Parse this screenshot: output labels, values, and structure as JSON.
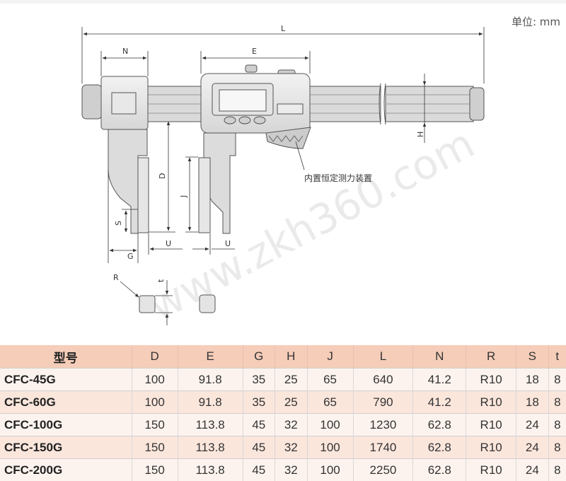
{
  "unit_label": "单位: mm",
  "watermark": "www.zkh360.com",
  "drawing": {
    "labels": {
      "L": "L",
      "N": "N",
      "E": "E",
      "D": "D",
      "J": "J",
      "H": "H",
      "S": "S",
      "G": "G",
      "U1": "U",
      "U2": "U",
      "R": "R",
      "t": "t"
    },
    "note": "内置恒定测力装置"
  },
  "table": {
    "headers": [
      "型号",
      "D",
      "E",
      "G",
      "H",
      "J",
      "L",
      "N",
      "R",
      "S",
      "t"
    ],
    "rows": [
      [
        "CFC-45G",
        "100",
        "91.8",
        "35",
        "25",
        "65",
        "640",
        "41.2",
        "R10",
        "18",
        "8"
      ],
      [
        "CFC-60G",
        "100",
        "91.8",
        "35",
        "25",
        "65",
        "790",
        "41.2",
        "R10",
        "18",
        "8"
      ],
      [
        "CFC-100G",
        "150",
        "113.8",
        "45",
        "32",
        "100",
        "1230",
        "62.8",
        "R10",
        "24",
        "8"
      ],
      [
        "CFC-150G",
        "150",
        "113.8",
        "45",
        "32",
        "100",
        "1740",
        "62.8",
        "R10",
        "24",
        "8"
      ],
      [
        "CFC-200G",
        "150",
        "113.8",
        "45",
        "32",
        "100",
        "2250",
        "62.8",
        "R10",
        "24",
        "8"
      ]
    ]
  }
}
